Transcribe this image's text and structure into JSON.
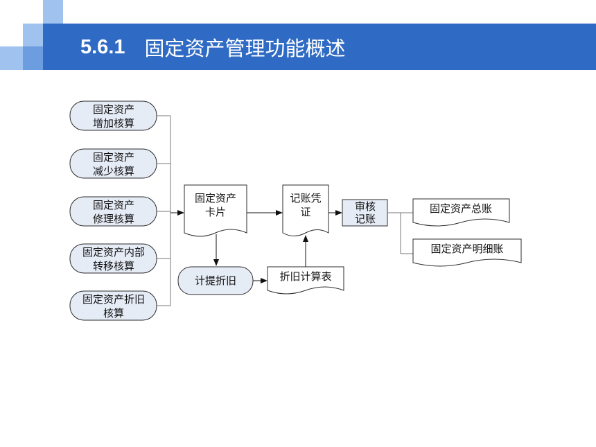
{
  "header": {
    "section_number": "5.6.1",
    "title": "固定资产管理功能概述"
  },
  "colors": {
    "title_bar": "#2f6bc4",
    "accent_light": "#9fc3ee",
    "accent_mid": "#6b9de0",
    "node_fill": "#e6ecf6",
    "node_stroke": "#2b2b2b"
  },
  "diagram": {
    "sources": [
      {
        "line1": "固定资产",
        "line2": "增加核算"
      },
      {
        "line1": "固定资产",
        "line2": "减少核算"
      },
      {
        "line1": "固定资产",
        "line2": "修理核算"
      },
      {
        "line1": "固定资产内部",
        "line2": "转移核算"
      },
      {
        "line1": "固定资产折旧",
        "line2": "核算"
      }
    ],
    "asset_card": {
      "line1": "固定资产",
      "line2": "卡片"
    },
    "voucher": {
      "line1": "记账凭",
      "line2": "证"
    },
    "audit": {
      "line1": "审核",
      "line2": "记账"
    },
    "general_ledger": "固定资产总账",
    "detail_ledger": "固定资产明细账",
    "depreciation": "计提折旧",
    "depreciation_table": "折旧计算表"
  }
}
